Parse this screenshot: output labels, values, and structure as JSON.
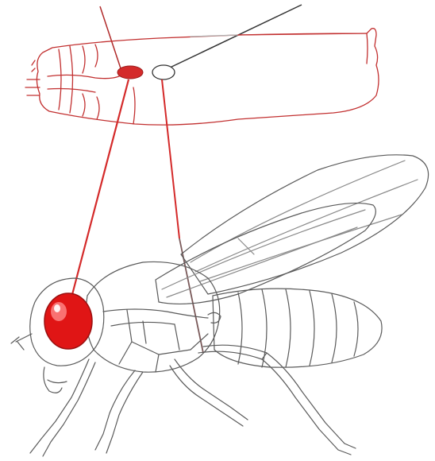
{
  "diagram": {
    "colors": {
      "red": "#d42a2a",
      "eye_red": "#e01515",
      "ink": "#5a5a5a",
      "dark": "#333333",
      "background": "#ffffff"
    },
    "parts": [
      {
        "id": "larva",
        "icon": "larva-outline"
      },
      {
        "id": "eye-imaginal-disc",
        "icon": "red-oval",
        "filled": true
      },
      {
        "id": "leg-imaginal-disc",
        "icon": "white-oval",
        "filled": false
      },
      {
        "id": "adult-fly",
        "icon": "fly-outline"
      },
      {
        "id": "compound-eye",
        "icon": "red-eye"
      }
    ],
    "connections": [
      {
        "from": "eye-imaginal-disc",
        "to": "compound-eye",
        "color": "red"
      },
      {
        "from": "leg-imaginal-disc",
        "to": "adult-leg",
        "color": "mixed"
      }
    ]
  }
}
